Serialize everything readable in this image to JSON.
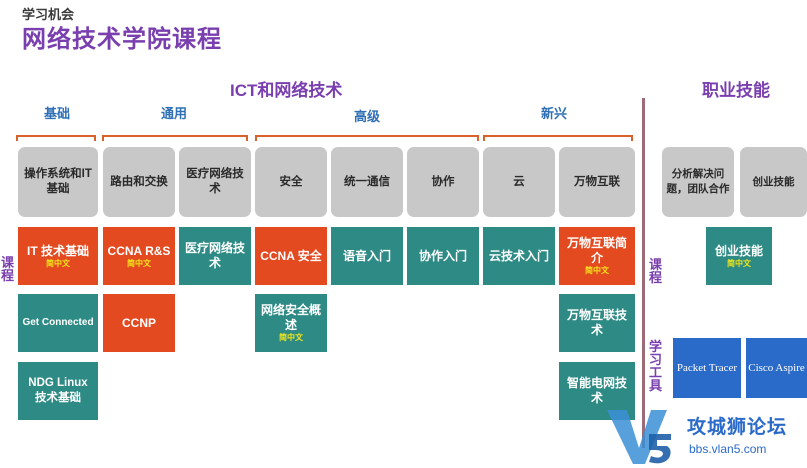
{
  "header": {
    "supertitle": "学习机会",
    "title": "网络技术学院课程"
  },
  "sections": {
    "ict": "ICT和网络技术",
    "career": "职业技能"
  },
  "subsections": {
    "basic": "基础",
    "general": "通用",
    "advanced": "高级",
    "emerging": "新兴"
  },
  "categories": {
    "os_it": "操作系统和IT基础",
    "routing": "路由和交换",
    "medical": "医疗网络技术",
    "security": "安全",
    "unified": "统一通信",
    "collab": "协作",
    "cloud": "云",
    "iot": "万物互联",
    "problem_solving": "分析解决问题，团队合作",
    "entrepreneur": "创业技能"
  },
  "side_labels": {
    "courses_left": "课程",
    "courses_right": "课程",
    "tools": "学习工具"
  },
  "courses": {
    "it_basics": {
      "label": "IT 技术基础",
      "tag": "简中文"
    },
    "get_connected": {
      "label": "Get Connected"
    },
    "ndg_linux": {
      "label": "NDG Linux 技术基础"
    },
    "ccna_rs": {
      "label": "CCNA R&S",
      "tag": "简中文"
    },
    "ccnp": {
      "label": "CCNP"
    },
    "medical_tech": {
      "label": "医疗网络技术"
    },
    "ccna_sec": {
      "label": "CCNA 安全"
    },
    "netsec_overview": {
      "label": "网络安全概述",
      "tag": "简中文"
    },
    "voice_intro": {
      "label": "语音入门"
    },
    "collab_intro": {
      "label": "协作入门"
    },
    "cloud_intro": {
      "label": "云技术入门"
    },
    "iot_intro": {
      "label": "万物互联简介",
      "tag": "简中文"
    },
    "iot_tech": {
      "label": "万物互联技术"
    },
    "smart_grid": {
      "label": "智能电网技术"
    },
    "entrepreneur_course": {
      "label": "创业技能",
      "tag": "简中文"
    }
  },
  "tools": {
    "packet_tracer": "Packet Tracer",
    "aspire": "Cisco Aspire"
  },
  "watermark": {
    "brand": "攻城狮论坛",
    "url": "bbs.vlan5.com"
  },
  "colors": {
    "title": "#7a3fae",
    "subheading": "#2f6fb5",
    "orange": "#e34a20",
    "teal": "#2e8a84",
    "blue": "#2a6ac8",
    "gray": "#c8c8c8",
    "tag": "#f2e81a"
  }
}
